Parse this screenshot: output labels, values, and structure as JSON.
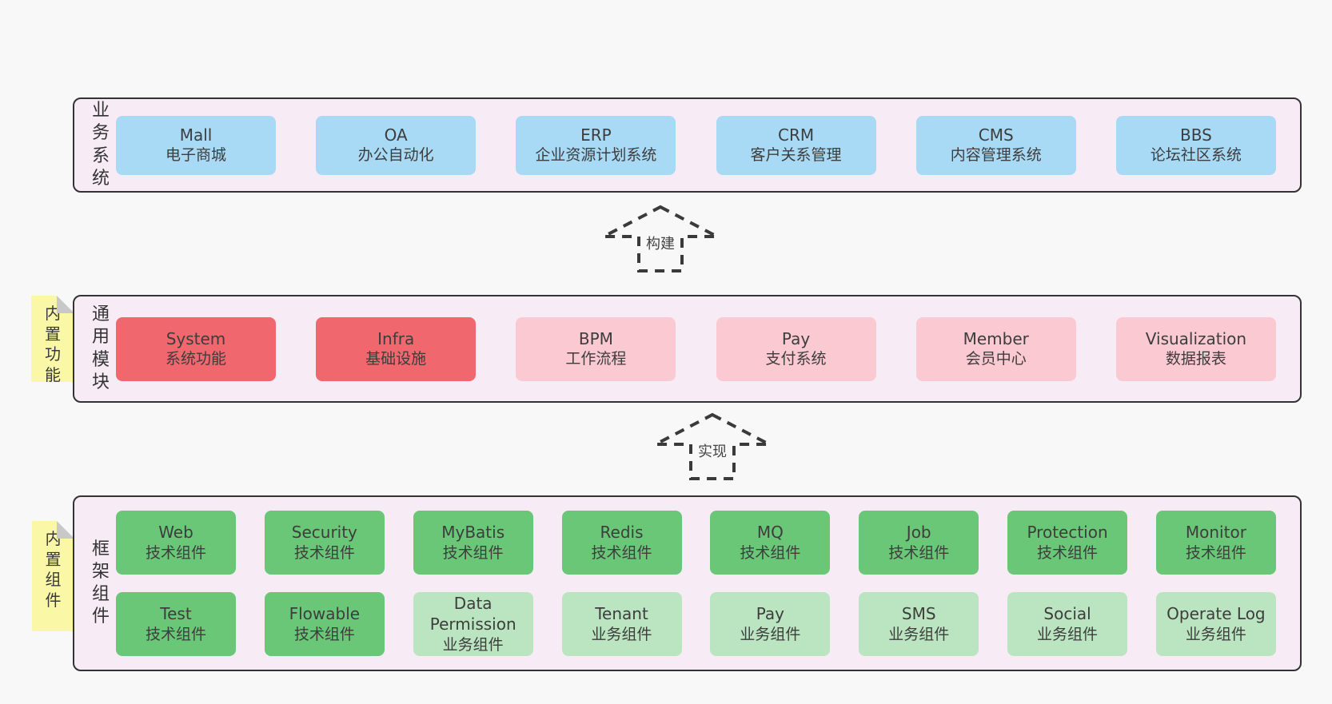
{
  "arrows": [
    {
      "label": "构建"
    },
    {
      "label": "实现"
    }
  ],
  "bands": {
    "business": {
      "label": "业务系统",
      "boxes": [
        {
          "name": "Mall",
          "subtitle": "电子商城"
        },
        {
          "name": "OA",
          "subtitle": "办公自动化"
        },
        {
          "name": "ERP",
          "subtitle": "企业资源计划系统"
        },
        {
          "name": "CRM",
          "subtitle": "客户关系管理"
        },
        {
          "name": "CMS",
          "subtitle": "内容管理系统"
        },
        {
          "name": "BBS",
          "subtitle": "论坛社区系统"
        }
      ]
    },
    "modules": {
      "sticky": "内置功能",
      "label": "通用模块",
      "boxes": [
        {
          "name": "System",
          "subtitle": "系统功能",
          "variant": "red"
        },
        {
          "name": "Infra",
          "subtitle": "基础设施",
          "variant": "red"
        },
        {
          "name": "BPM",
          "subtitle": "工作流程",
          "variant": "pink"
        },
        {
          "name": "Pay",
          "subtitle": "支付系统",
          "variant": "pink"
        },
        {
          "name": "Member",
          "subtitle": "会员中心",
          "variant": "pink"
        },
        {
          "name": "Visualization",
          "subtitle": "数据报表",
          "variant": "pink"
        }
      ]
    },
    "components": {
      "sticky": "内置组件",
      "label": "框架组件",
      "row1": [
        {
          "name": "Web",
          "subtitle": "技术组件",
          "variant": "green"
        },
        {
          "name": "Security",
          "subtitle": "技术组件",
          "variant": "green"
        },
        {
          "name": "MyBatis",
          "subtitle": "技术组件",
          "variant": "green"
        },
        {
          "name": "Redis",
          "subtitle": "技术组件",
          "variant": "green"
        },
        {
          "name": "MQ",
          "subtitle": "技术组件",
          "variant": "green"
        },
        {
          "name": "Job",
          "subtitle": "技术组件",
          "variant": "green"
        },
        {
          "name": "Protection",
          "subtitle": "技术组件",
          "variant": "green"
        },
        {
          "name": "Monitor",
          "subtitle": "技术组件",
          "variant": "green"
        }
      ],
      "row2": [
        {
          "name": "Test",
          "subtitle": "技术组件",
          "variant": "green"
        },
        {
          "name": "Flowable",
          "subtitle": "技术组件",
          "variant": "green"
        },
        {
          "name": "Data Permission",
          "subtitle": "业务组件",
          "variant": "green-light"
        },
        {
          "name": "Tenant",
          "subtitle": "业务组件",
          "variant": "green-light"
        },
        {
          "name": "Pay",
          "subtitle": "业务组件",
          "variant": "green-light"
        },
        {
          "name": "SMS",
          "subtitle": "业务组件",
          "variant": "green-light"
        },
        {
          "name": "Social",
          "subtitle": "业务组件",
          "variant": "green-light"
        },
        {
          "name": "Operate Log",
          "subtitle": "业务组件",
          "variant": "green-light"
        }
      ]
    }
  },
  "colors": {
    "page_background": "#f8f8f8",
    "band_background": "#f7ecf5",
    "band_border": "#333333",
    "box_blue": "#a8daf6",
    "box_red": "#f0676d",
    "box_pink": "#fbc9d2",
    "box_green": "#6ac777",
    "box_green_light": "#bae5c0",
    "sticky_yellow": "#faf8a6",
    "sticky_fold_gray": "#c8c8c8",
    "text": "#3d3d3d"
  }
}
